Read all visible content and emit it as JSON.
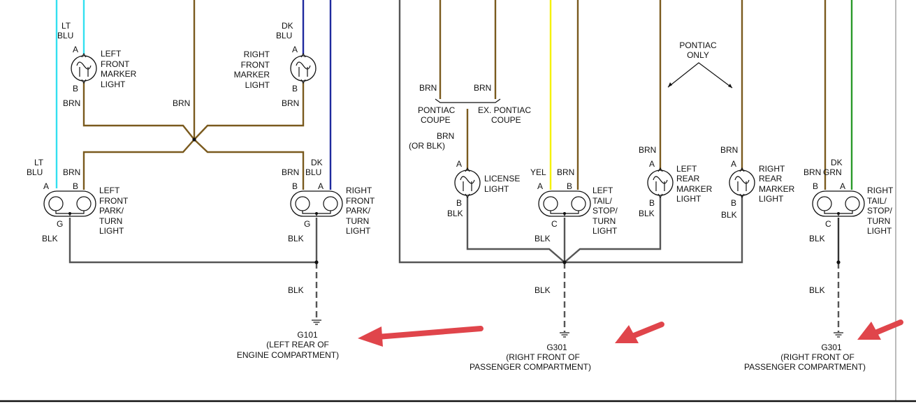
{
  "colors": {
    "lt_blu": "#33e0f0",
    "dk_blu": "#1f2a9e",
    "brn": "#7a5a1e",
    "blk": "#555555",
    "yel": "#f5f200",
    "dk_grn": "#2a9a2a",
    "arrow": "#e0454b"
  },
  "icons": [
    "lamp-bulb-icon",
    "dual-filament-lamp-icon",
    "ground-symbol-icon",
    "arrow-icon",
    "splice-dot-icon"
  ],
  "left_section": {
    "lf_marker": {
      "wire_a": [
        "LT",
        "BLU"
      ],
      "pin_a": "A",
      "pin_b": "B",
      "label": [
        "LEFT",
        "FRONT",
        "MARKER",
        "LIGHT"
      ],
      "wire_b": "BRN"
    },
    "rf_marker": {
      "wire_a": [
        "DK",
        "BLU"
      ],
      "pin_a": "A",
      "pin_b": "B",
      "label": [
        "RIGHT",
        "FRONT",
        "MARKER",
        "LIGHT"
      ],
      "wire_b": "BRN"
    },
    "center_brn": "BRN",
    "lf_park": {
      "wire_a": [
        "LT",
        "BLU"
      ],
      "wire_b": "BRN",
      "pin_a": "A",
      "pin_b": "B",
      "pin_g": "G",
      "label": [
        "LEFT",
        "FRONT",
        "PARK/",
        "TURN",
        "LIGHT"
      ],
      "ground_wire": "BLK"
    },
    "rf_park": {
      "wire_b": "BRN",
      "wire_a": [
        "DK",
        "BLU"
      ],
      "pin_a": "A",
      "pin_b": "B",
      "pin_g": "G",
      "label": [
        "RIGHT",
        "FRONT",
        "PARK/",
        "TURN",
        "LIGHT"
      ],
      "ground_wire": "BLK"
    },
    "ground_lead": "BLK",
    "ground": {
      "id": "G101",
      "location": [
        "(LEFT REAR OF",
        "ENGINE COMPARTMENT)"
      ]
    }
  },
  "middle_section": {
    "brn_1": "BRN",
    "brn_2": "BRN",
    "pontiac_coupe": [
      "PONTIAC",
      "COUPE"
    ],
    "ex_pontiac_coupe": [
      "EX. PONTIAC",
      "COUPE"
    ],
    "license_wire": [
      "BRN",
      "(OR BLK)"
    ],
    "license_light": {
      "pin_a": "A",
      "pin_b": "B",
      "label": [
        "LICENSE",
        "LIGHT"
      ],
      "ground_wire": "BLK"
    },
    "pontiac_only": [
      "PONTIAC",
      "ONLY"
    ],
    "lr_tail": {
      "wire_a": "YEL",
      "wire_b": "BRN",
      "pin_a": "A",
      "pin_b": "B",
      "pin_c": "C",
      "label": [
        "LEFT",
        "TAIL/",
        "STOP/",
        "TURN",
        "LIGHT"
      ],
      "ground_wire": "BLK"
    },
    "lr_marker": {
      "wire_a": "BRN",
      "pin_a": "A",
      "pin_b": "B",
      "label": [
        "LEFT",
        "REAR",
        "MARKER",
        "LIGHT"
      ],
      "ground_wire": "BLK"
    },
    "rr_marker": {
      "wire_a": "BRN",
      "pin_a": "A",
      "pin_b": "B",
      "label": [
        "RIGHT",
        "REAR",
        "MARKER",
        "LIGHT"
      ],
      "ground_wire": "BLK"
    },
    "ground_lead": "BLK",
    "ground": {
      "id": "G301",
      "location": [
        "(RIGHT FRONT OF",
        "PASSENGER COMPARTMENT)"
      ]
    }
  },
  "right_section": {
    "rr_tail": {
      "wire_b": "BRN",
      "wire_a": [
        "DK",
        "GRN"
      ],
      "pin_a": "A",
      "pin_b": "B",
      "pin_c": "C",
      "label": [
        "RIGHT",
        "TAIL/",
        "STOP/",
        "TURN",
        "LIGHT"
      ],
      "ground_wire": "BLK"
    },
    "ground_lead": "BLK",
    "ground": {
      "id": "G301",
      "location": [
        "(RIGHT FRONT OF",
        "PASSENGER COMPARTMENT)"
      ]
    }
  }
}
